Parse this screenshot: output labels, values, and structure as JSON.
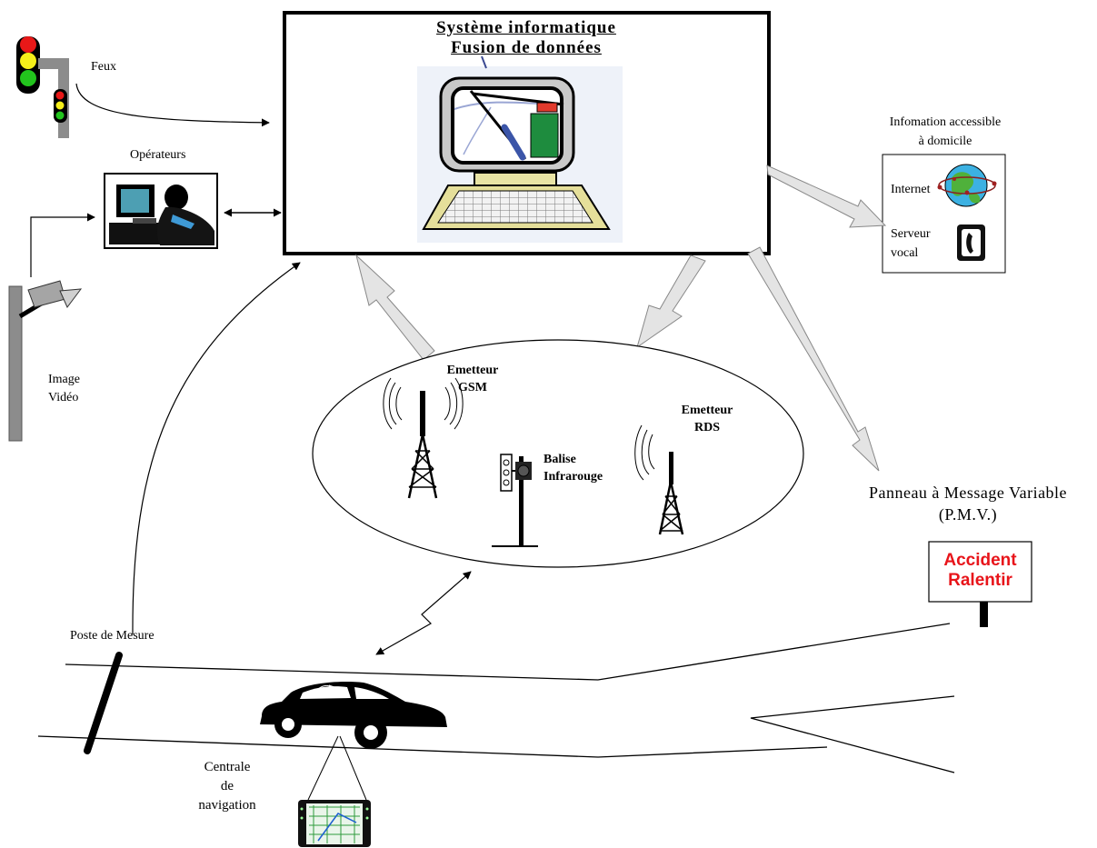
{
  "system": {
    "title_line1": "Système informatique",
    "title_line2": "Fusion de données"
  },
  "sources": {
    "traffic_lights": "Feux",
    "operators": "Opérateurs",
    "video_line1": "Image",
    "video_line2": "Vidéo",
    "measure_post": "Poste de Mesure"
  },
  "home_info": {
    "title_line1": "Infomation accessible",
    "title_line2": "à domicile",
    "internet": "Internet",
    "voice_line1": "Serveur",
    "voice_line2": "vocal"
  },
  "transmitters": {
    "gsm_line1": "Emetteur",
    "gsm_line2": "GSM",
    "rds_line1": "Emetteur",
    "rds_line2": "RDS",
    "beacon_line1": "Balise",
    "beacon_line2": "Infrarouge"
  },
  "pmv": {
    "title_line1": "Panneau à Message Variable",
    "title_line2": "(P.M.V.)",
    "message_line1": "Accident",
    "message_line2": "Ralentir",
    "message_color": "#e8141a"
  },
  "navigation": {
    "line1": "Centrale",
    "line2": "de",
    "line3": "navigation"
  }
}
